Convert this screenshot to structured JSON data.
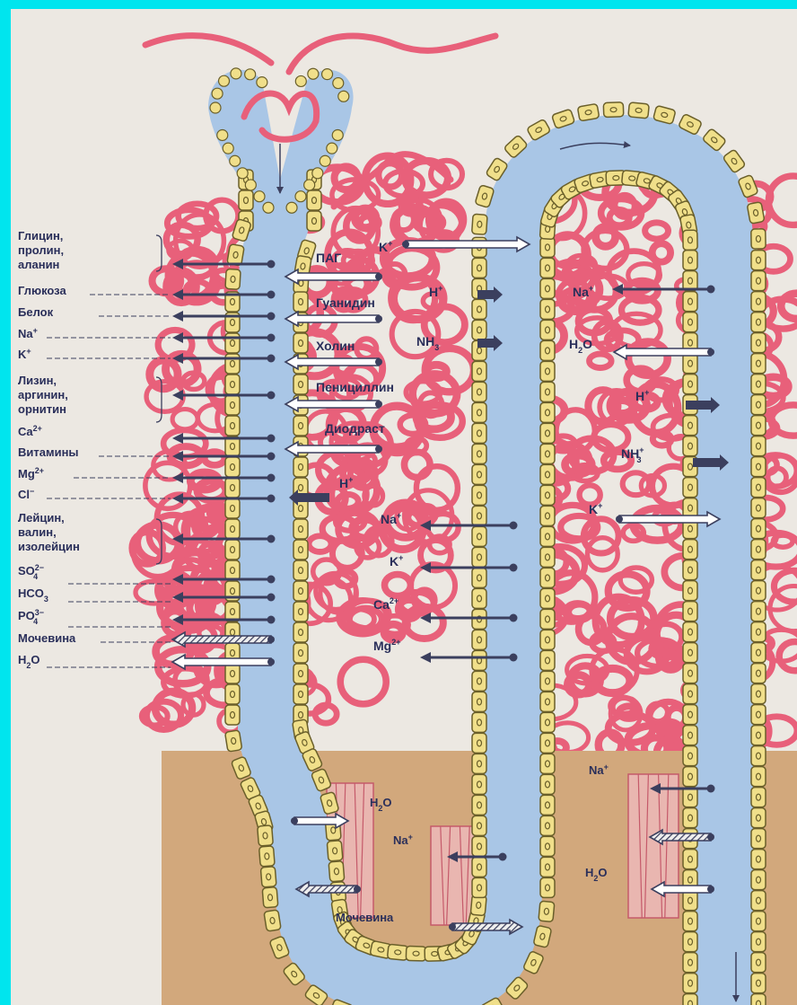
{
  "colors": {
    "background": "#00e5ee",
    "paper": "#ece8e2",
    "capillary": "#e8607a",
    "lumen": "#a9c6e6",
    "cell_fill": "#f0df8a",
    "cell_stroke": "#6a5f2a",
    "medulla": "#d2a87c",
    "arrow": "#3b3f5e"
  },
  "left_labels": [
    {
      "text": "Глицин,"
    },
    {
      "text": "пролин,"
    },
    {
      "text": "аланин"
    },
    {
      "text": "Глюкоза"
    },
    {
      "text": "Белок"
    },
    {
      "text": "Na",
      "sup": "+"
    },
    {
      "text": "K",
      "sup": "+"
    },
    {
      "text": "Лизин,"
    },
    {
      "text": "аргинин,"
    },
    {
      "text": "орнитин"
    },
    {
      "text": "Ca",
      "sup": "2+"
    },
    {
      "text": "Витамины"
    },
    {
      "text": "Mg",
      "sup": "2+"
    },
    {
      "text": "Cl",
      "sup": "−"
    },
    {
      "text": "Лейцин,"
    },
    {
      "text": "валин,"
    },
    {
      "text": "изолейцин"
    },
    {
      "text": "SO",
      "sup": "2−",
      "sub": "4"
    },
    {
      "text": "HCO",
      "sub": "3"
    },
    {
      "text": "PO",
      "sup": "3−",
      "sub": "4"
    },
    {
      "text": "Мочевина"
    },
    {
      "text": "H",
      "sub": "2",
      "suffix": "O"
    }
  ],
  "secretion_labels": [
    {
      "text": "ПАГ"
    },
    {
      "text": "Гуанидин"
    },
    {
      "text": "Холин"
    },
    {
      "text": "Пенициллин"
    },
    {
      "text": "Диодраст"
    },
    {
      "text": "H",
      "sup": "+"
    }
  ],
  "loop_labels": [
    {
      "text": "K",
      "sup": "+"
    },
    {
      "text": "H",
      "sup": "+"
    },
    {
      "text": "NH",
      "sub": "3"
    },
    {
      "text": "Na",
      "sup": "+"
    },
    {
      "text": "K",
      "sup": "+"
    },
    {
      "text": "Ca",
      "sup": "2+"
    },
    {
      "text": "Mg",
      "sup": "2+"
    }
  ],
  "distal_labels": [
    {
      "text": "Na",
      "sup": "+"
    },
    {
      "text": "H",
      "sub": "2",
      "suffix": "O"
    },
    {
      "text": "H",
      "sup": "+"
    },
    {
      "text": "NH",
      "sup": "+",
      "sub": "3"
    },
    {
      "text": "K",
      "sup": "+"
    }
  ],
  "medulla_labels": [
    {
      "text": "H",
      "sub": "2",
      "suffix": "O"
    },
    {
      "text": "Na",
      "sup": "+"
    },
    {
      "text": "Мочевина"
    },
    {
      "text": "Na",
      "sup": "+"
    },
    {
      "text": "H",
      "sub": "2",
      "suffix": "O"
    }
  ]
}
